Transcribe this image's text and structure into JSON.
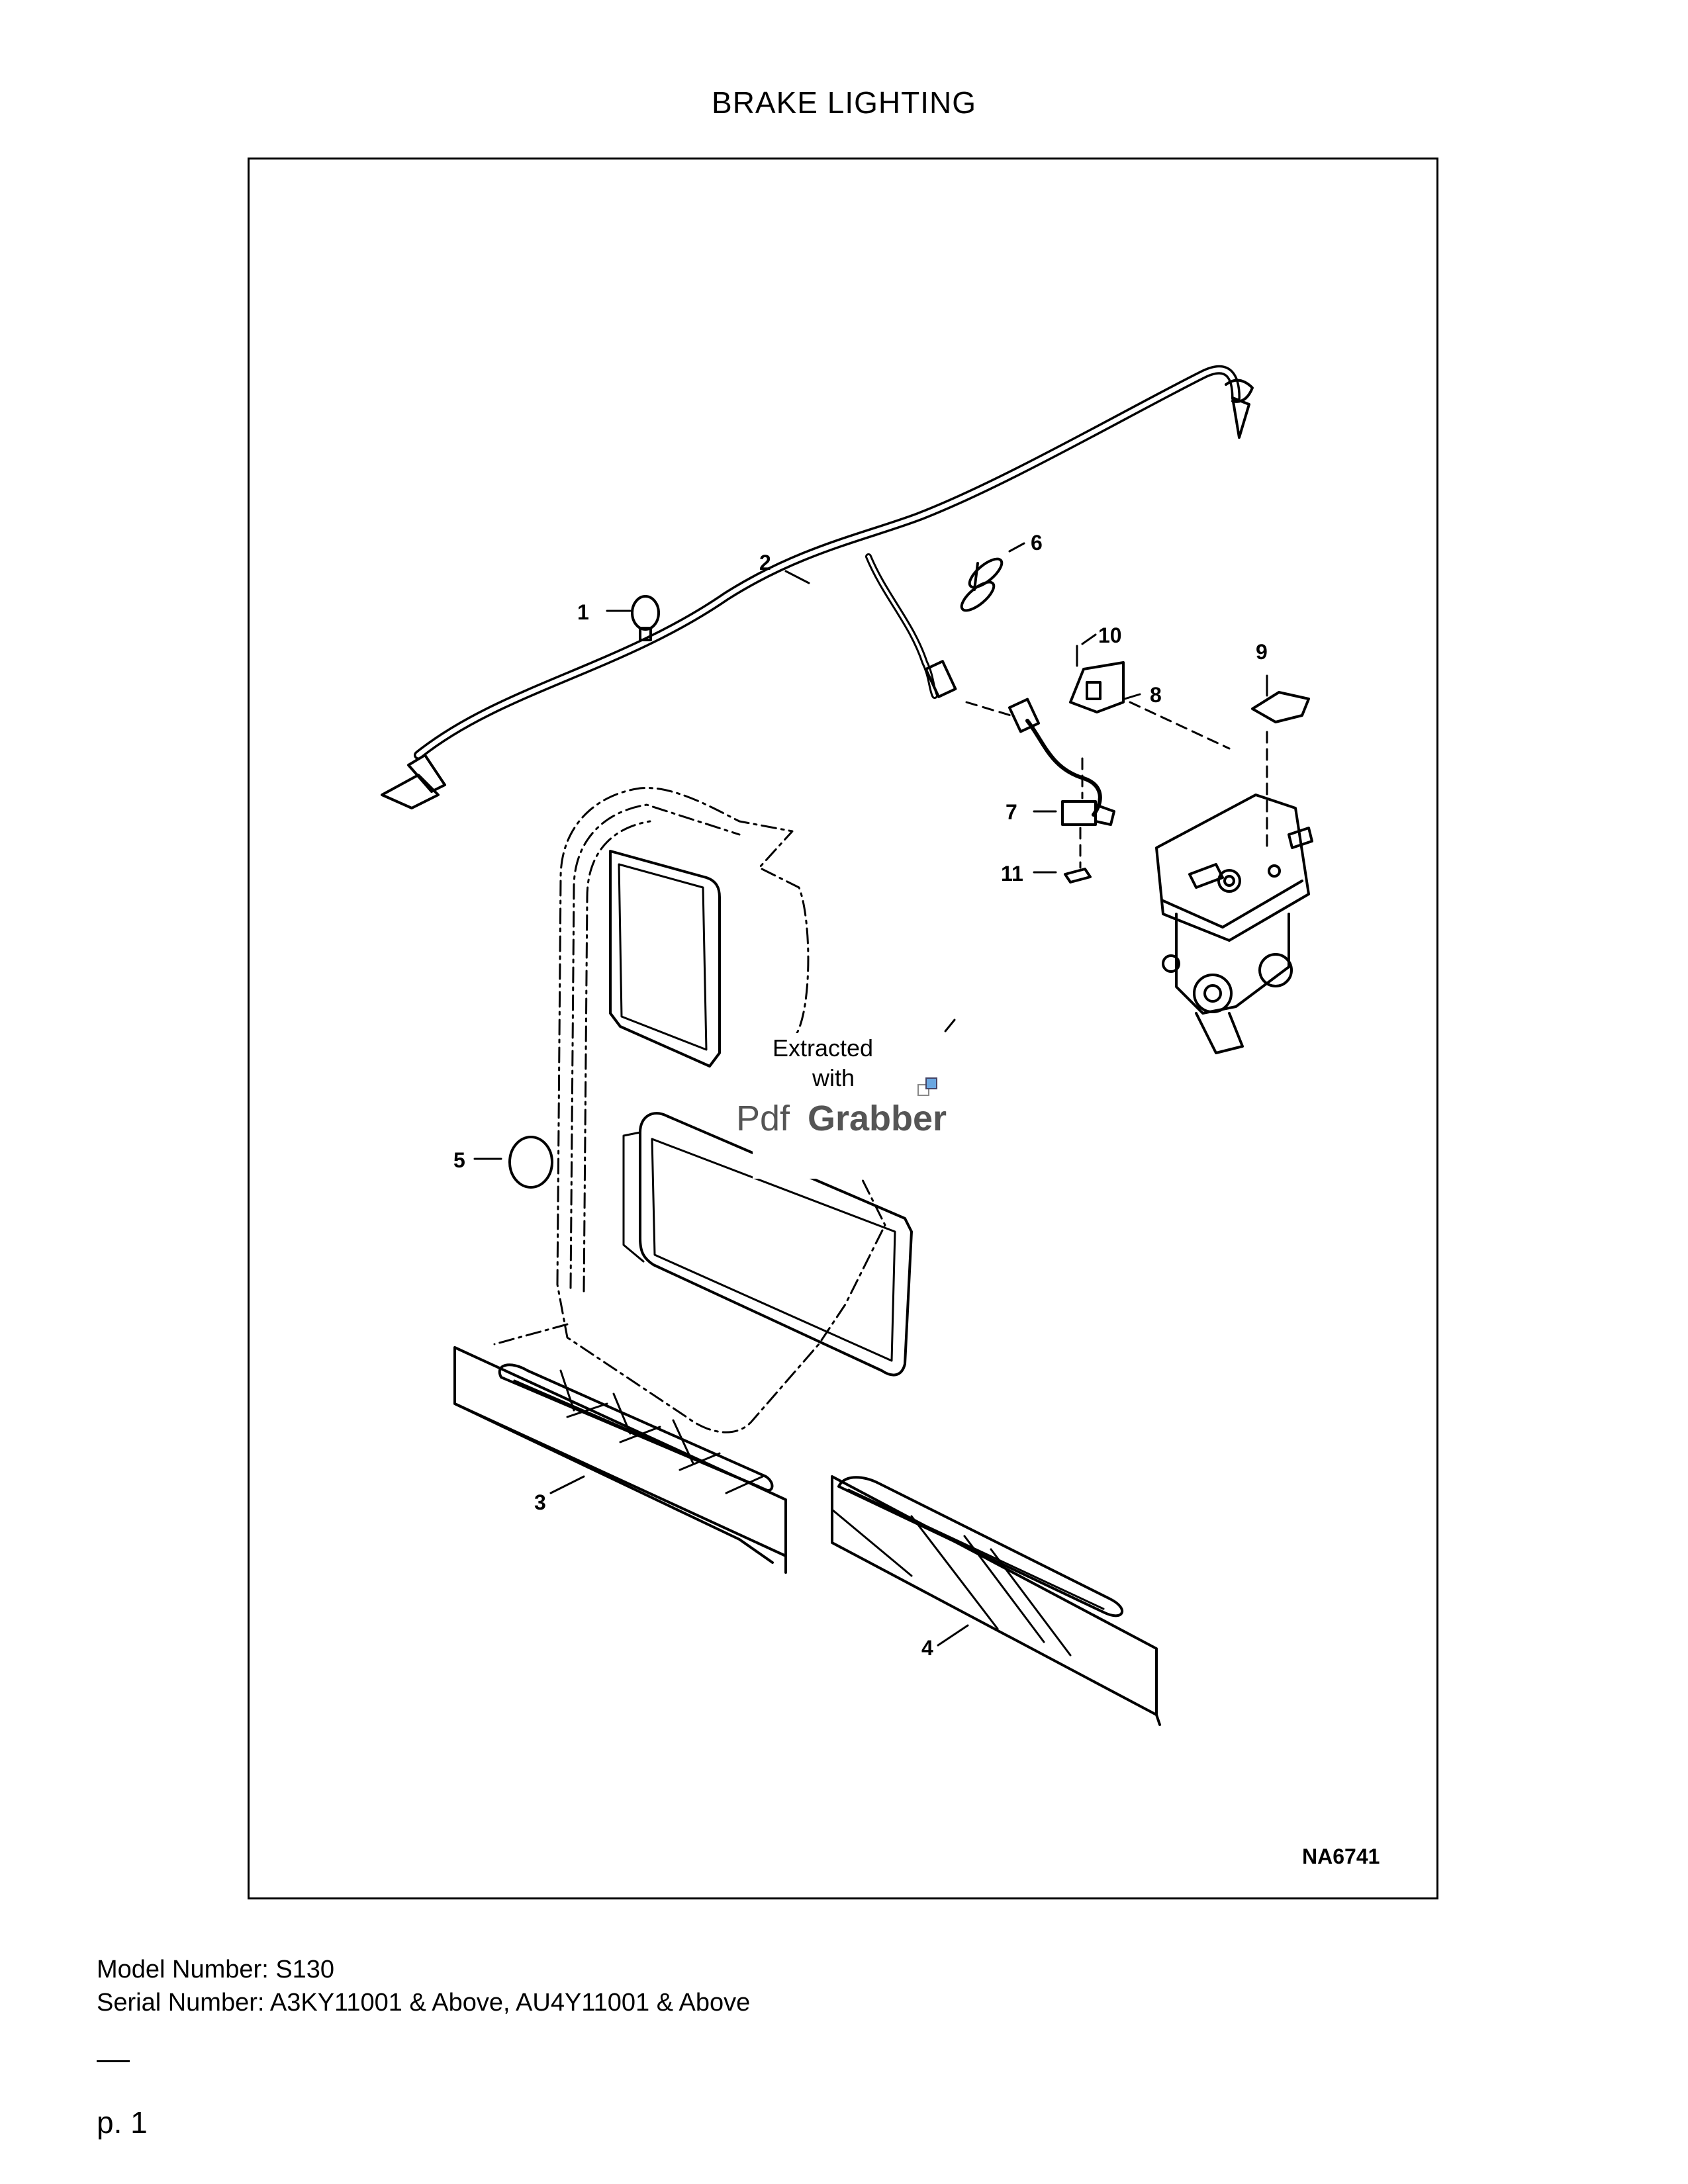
{
  "page": {
    "title": "BRAKE LIGHTING",
    "model_number": "Model Number: S130",
    "serial_number": "Serial Number: A3KY11001 & Above, AU4Y11001 & Above",
    "page_label": "p. 1"
  },
  "diagram": {
    "figure_code": "NA6741",
    "callouts": [
      "1",
      "2",
      "3",
      "4",
      "5",
      "6",
      "7",
      "8",
      "9",
      "10",
      "11"
    ],
    "watermark": {
      "line1": "Extracted",
      "line2": "with",
      "brand_a": "Pdf",
      "brand_b": "Grabber"
    }
  }
}
